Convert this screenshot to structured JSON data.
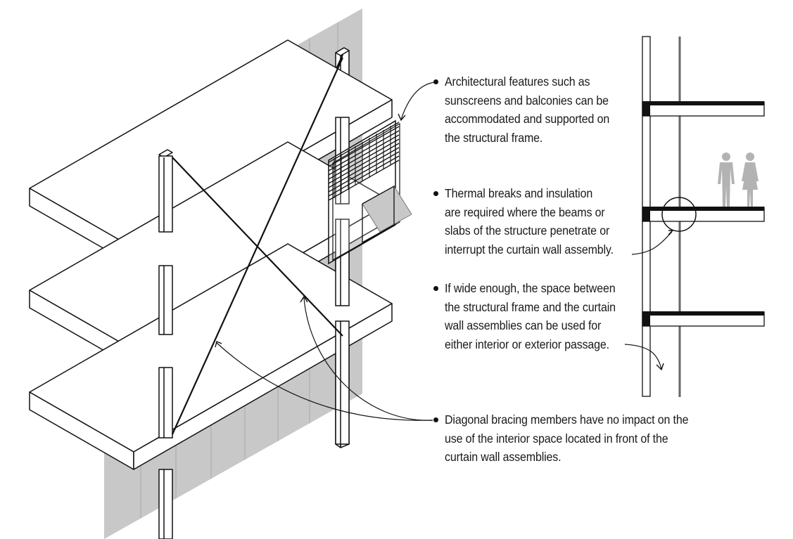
{
  "colors": {
    "wall_fill": "#c8c8c8",
    "line": "#111111",
    "figure_fill": "#b3b3b3"
  },
  "icons": [
    "person-male-icon",
    "person-female-icon",
    "bullet-icon"
  ],
  "annotations": [
    {
      "id": "sunscreens",
      "lines": [
        "Architectural features such as",
        "sunscreens and balconies can be",
        "accommodated and supported on",
        "the structural frame."
      ]
    },
    {
      "id": "thermal-breaks",
      "lines": [
        "Thermal breaks and insulation",
        "are required where the beams or",
        "slabs of the structure penetrate or",
        "interrupt the curtain wall assembly."
      ]
    },
    {
      "id": "passage-space",
      "lines": [
        "If wide enough, the space between",
        "the structural frame and the curtain",
        "wall assemblies can be used for",
        "either interior or exterior passage."
      ]
    },
    {
      "id": "diagonal-bracing",
      "lines": [
        "Diagonal bracing members have no impact on the",
        "use of the interior space located in front of the",
        "curtain wall assemblies."
      ]
    }
  ]
}
